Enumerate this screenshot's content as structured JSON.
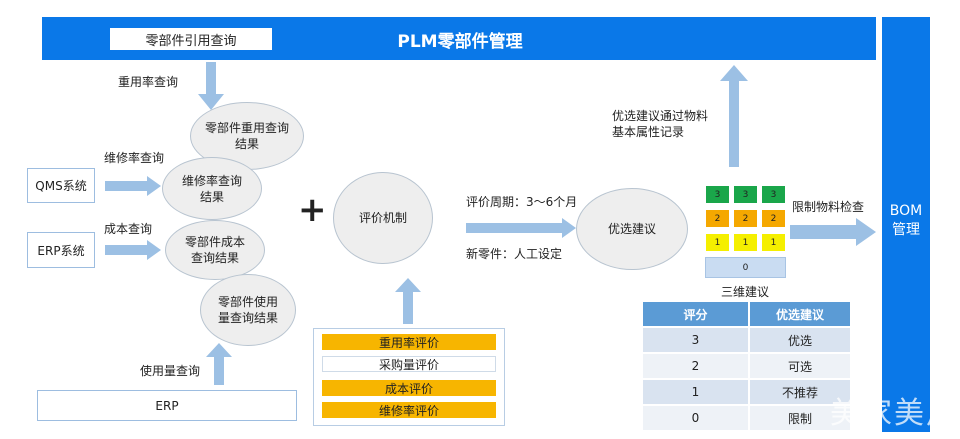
{
  "header": {
    "title": "PLM零部件管理",
    "query_box": "零部件引用查询"
  },
  "bom": {
    "line1": "BOM",
    "line2": "管理"
  },
  "labels": {
    "reuse_query": "重用率查询",
    "repair_query": "维修率查询",
    "cost_query": "成本查询",
    "usage_query": "使用量查询",
    "cycle": "评价周期：3～6个月",
    "new_part": "新零件：人工设定",
    "record": "优选建议通过物料基本属性记录",
    "restrict_check": "限制物料检查",
    "three_dim": "三维建议",
    "plus": "+"
  },
  "sources": {
    "qms": "QMS系统",
    "erp_side": "ERP系统",
    "erp_bottom": "ERP"
  },
  "ellipses": {
    "reuse_result": "零部件重用查询结果",
    "repair_result": "维修率查询结果",
    "cost_result": "零部件成本查询结果",
    "usage_result": "零部件使用量查询结果",
    "eval": "评价机制",
    "preferred": "优选建议"
  },
  "evaluations": [
    {
      "label": "重用率评价",
      "highlight": true
    },
    {
      "label": "采购量评价",
      "highlight": false
    },
    {
      "label": "成本评价",
      "highlight": true
    },
    {
      "label": "维修率评价",
      "highlight": true
    }
  ],
  "grid": {
    "rows": [
      [
        "3",
        "3",
        "3"
      ],
      [
        "2",
        "2",
        "2"
      ],
      [
        "1",
        "1",
        "1"
      ]
    ],
    "bottom": "0",
    "colors": [
      "#1aa64a",
      "#f5a800",
      "#f5ef00"
    ],
    "bottom_color": "#c9dcf2"
  },
  "table": {
    "headers": [
      "评分",
      "优选建议"
    ],
    "rows": [
      [
        "3",
        "优选"
      ],
      [
        "2",
        "可选"
      ],
      [
        "1",
        "不推荐"
      ],
      [
        "0",
        "限制"
      ]
    ]
  },
  "watermark": "美家美户",
  "colors": {
    "primary": "#0a78e8",
    "arrow": "#9cc0e4",
    "highlight": "#f7b500"
  }
}
